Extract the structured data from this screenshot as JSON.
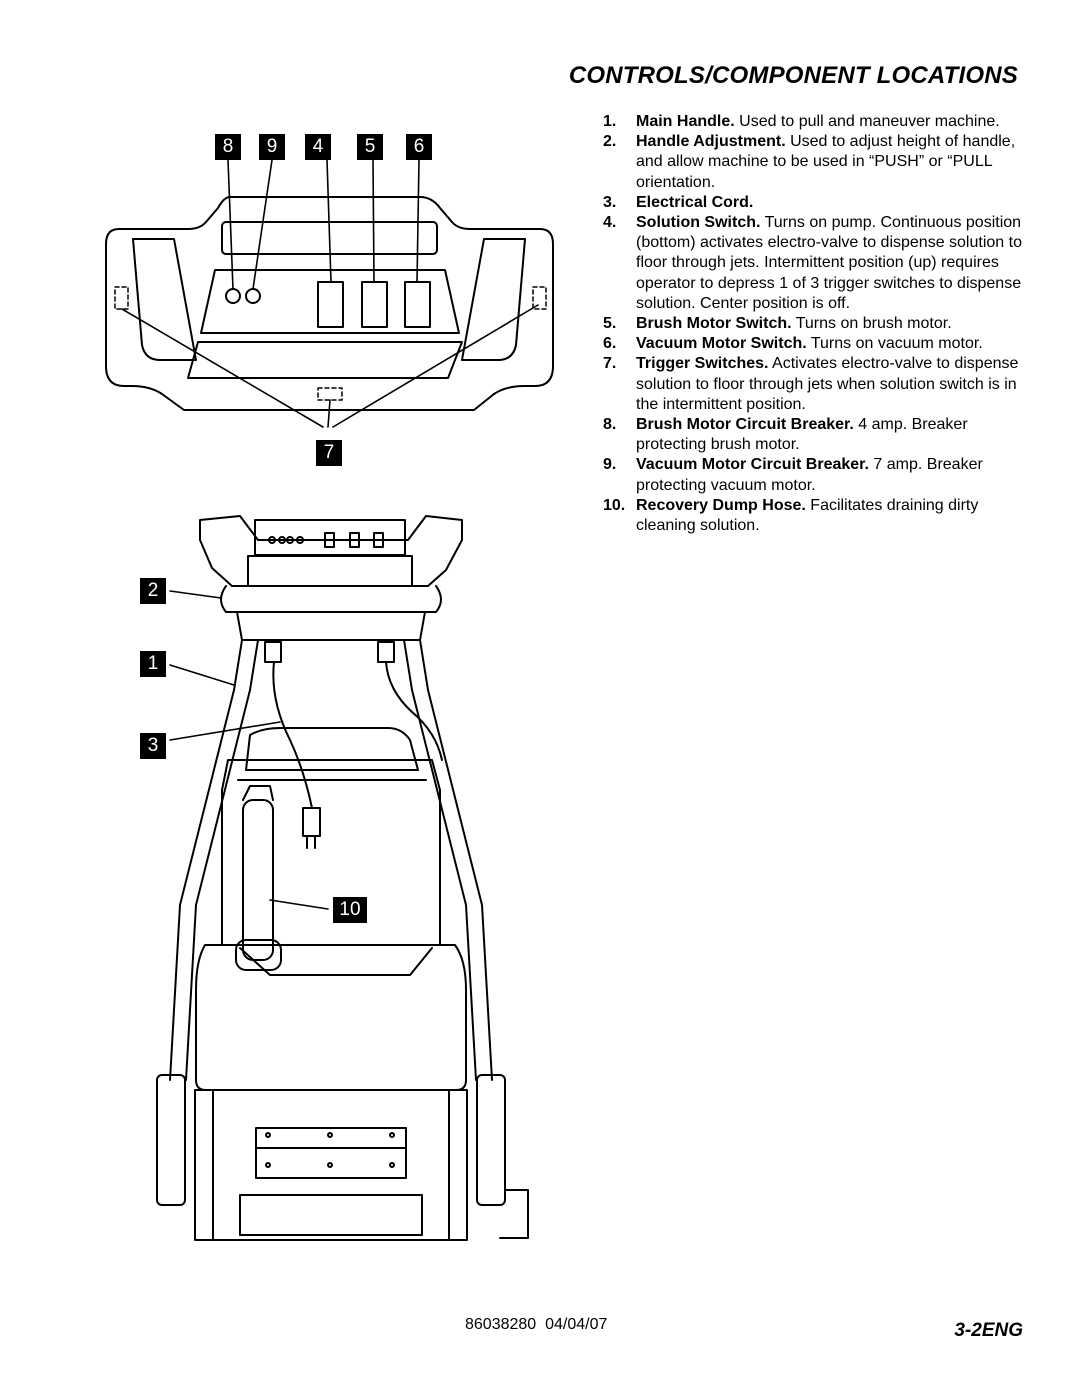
{
  "title": "CONTROLS/COMPONENT LOCATIONS",
  "components": [
    {
      "num": "1.",
      "name": "Main Handle.",
      "desc": " Used to pull and maneuver machine."
    },
    {
      "num": "2.",
      "name": "Handle Adjustment.",
      "desc": " Used to adjust height  of handle, and allow machine to be used in “PUSH” or “PULL orientation."
    },
    {
      "num": "3.",
      "name": "Electrical Cord.",
      "desc": ""
    },
    {
      "num": "4.",
      "name": "Solution Switch.",
      "desc": " Turns on pump. Continuous position (bottom) activates electro-valve to dispense solution to floor through jets. Intermittent position (up) requires operator to depress 1 of 3 trigger switches to dispense solution. Center position is off."
    },
    {
      "num": "5.",
      "name": "Brush Motor Switch.",
      "desc": "  Turns on brush motor."
    },
    {
      "num": "6.",
      "name": "Vacuum Motor Switch.",
      "desc": "  Turns on vacuum motor."
    },
    {
      "num": "7.",
      "name": "Trigger Switches.",
      "desc": " Activates electro-valve to dispense solution to floor through jets when solution switch is in the intermittent position."
    },
    {
      "num": "8.",
      "name": "Brush Motor Circuit Breaker.",
      "desc": "  4 amp. Breaker protecting brush motor."
    },
    {
      "num": "9.",
      "name": "Vacuum Motor Circuit Breaker.",
      "desc": "  7 amp. Breaker protecting vacuum motor."
    },
    {
      "num": "10.",
      "name": "Recovery Dump Hose.",
      "desc": "  Facilitates draining dirty cleaning solution."
    }
  ],
  "callouts": {
    "c8": "8",
    "c9": "9",
    "c4": "4",
    "c5": "5",
    "c6": "6",
    "c7": "7",
    "c2": "2",
    "c1": "1",
    "c3": "3",
    "c10": "10"
  },
  "footer": {
    "doc_code": "86038280  04/04/07",
    "page": "3-2ENG"
  }
}
